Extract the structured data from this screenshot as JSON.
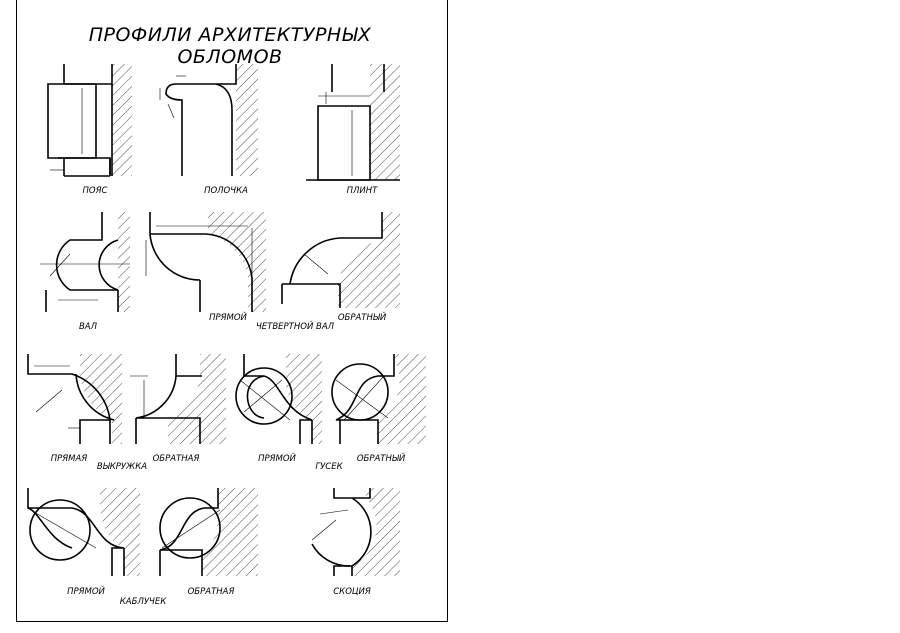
{
  "title": "ПРОФИЛИ АРХИТЕКТУРНЫХ ОБЛОМОВ",
  "labels": {
    "poyas": "ПОЯС",
    "polochka": "ПОЛОЧКА",
    "plint": "ПЛИНТ",
    "val": "ВАЛ",
    "quarter_direct": "ПРЯМОЙ",
    "quarter_group": "ЧЕТВЕРТНОЙ ВАЛ",
    "quarter_reverse": "ОБРАТНЫЙ",
    "cavetto_direct": "ПРЯМАЯ",
    "cavetto_group": "ВЫКРУЖКА",
    "cavetto_reverse": "ОБРАТНАЯ",
    "gusek_direct": "ПРЯМОЙ",
    "gusek_group": "ГУСЕК",
    "gusek_reverse": "ОБРАТНЫЙ",
    "kablu_direct": "ПРЯМОЙ",
    "kablu_group": "КАБЛУЧЕК",
    "kablu_reverse": "ОБРАТНАЯ",
    "skotsia": "СКОЦИЯ"
  }
}
